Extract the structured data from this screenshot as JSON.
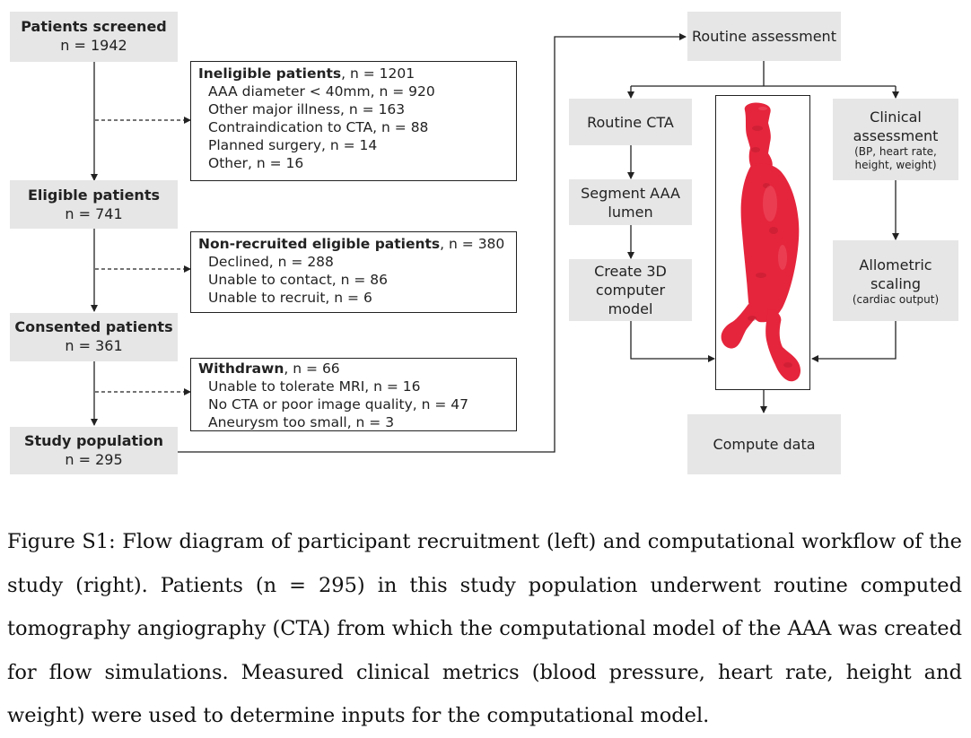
{
  "left_flow": {
    "screened": {
      "title": "Patients screened",
      "n": "n = 1942"
    },
    "eligible": {
      "title": "Eligible patients",
      "n": "n = 741"
    },
    "consented": {
      "title": "Consented patients",
      "n": "n = 361"
    },
    "study": {
      "title": "Study population",
      "n": "n = 295"
    },
    "ineligible": {
      "heading": "Ineligible patients",
      "n": ", n = 1201",
      "items": [
        "AAA diameter < 40mm, n = 920",
        "Other major illness, n = 163",
        "Contraindication to CTA, n = 88",
        "Planned surgery, n = 14",
        "Other, n = 16"
      ]
    },
    "nonrecruited": {
      "heading": "Non-recruited eligible patients",
      "n": ", n = 380",
      "items": [
        "Declined, n = 288",
        "Unable to contact, n = 86",
        "Unable to recruit, n = 6"
      ]
    },
    "withdrawn": {
      "heading": "Withdrawn",
      "n": ", n = 66",
      "items": [
        "Unable to tolerate MRI, n = 16",
        "No CTA or poor image quality, n = 47",
        "Aneurysm too small, n = 3"
      ]
    }
  },
  "right_flow": {
    "routine_assessment": "Routine assessment",
    "routine_cta": "Routine CTA",
    "segment": [
      "Segment AAA",
      "lumen"
    ],
    "create3d": [
      "Create 3D",
      "computer",
      "model"
    ],
    "clinical": [
      "Clinical",
      "assessment"
    ],
    "clinical_sub": [
      "(BP, heart rate,",
      "height, weight)"
    ],
    "allometric": [
      "Allometric",
      "scaling"
    ],
    "allometric_sub": "(cardiac output)",
    "compute": "Compute data",
    "model_color": "#e5253c"
  },
  "caption": "Figure S1: Flow diagram of participant recruitment (left) and computational workflow of the study (right). Patients (n = 295) in this study population underwent routine computed tomography angiography (CTA) from which the computational model of the AAA was created for flow simulations. Measured clinical metrics (blood pressure, heart rate, height and weight) were used to determine inputs for the computational model."
}
